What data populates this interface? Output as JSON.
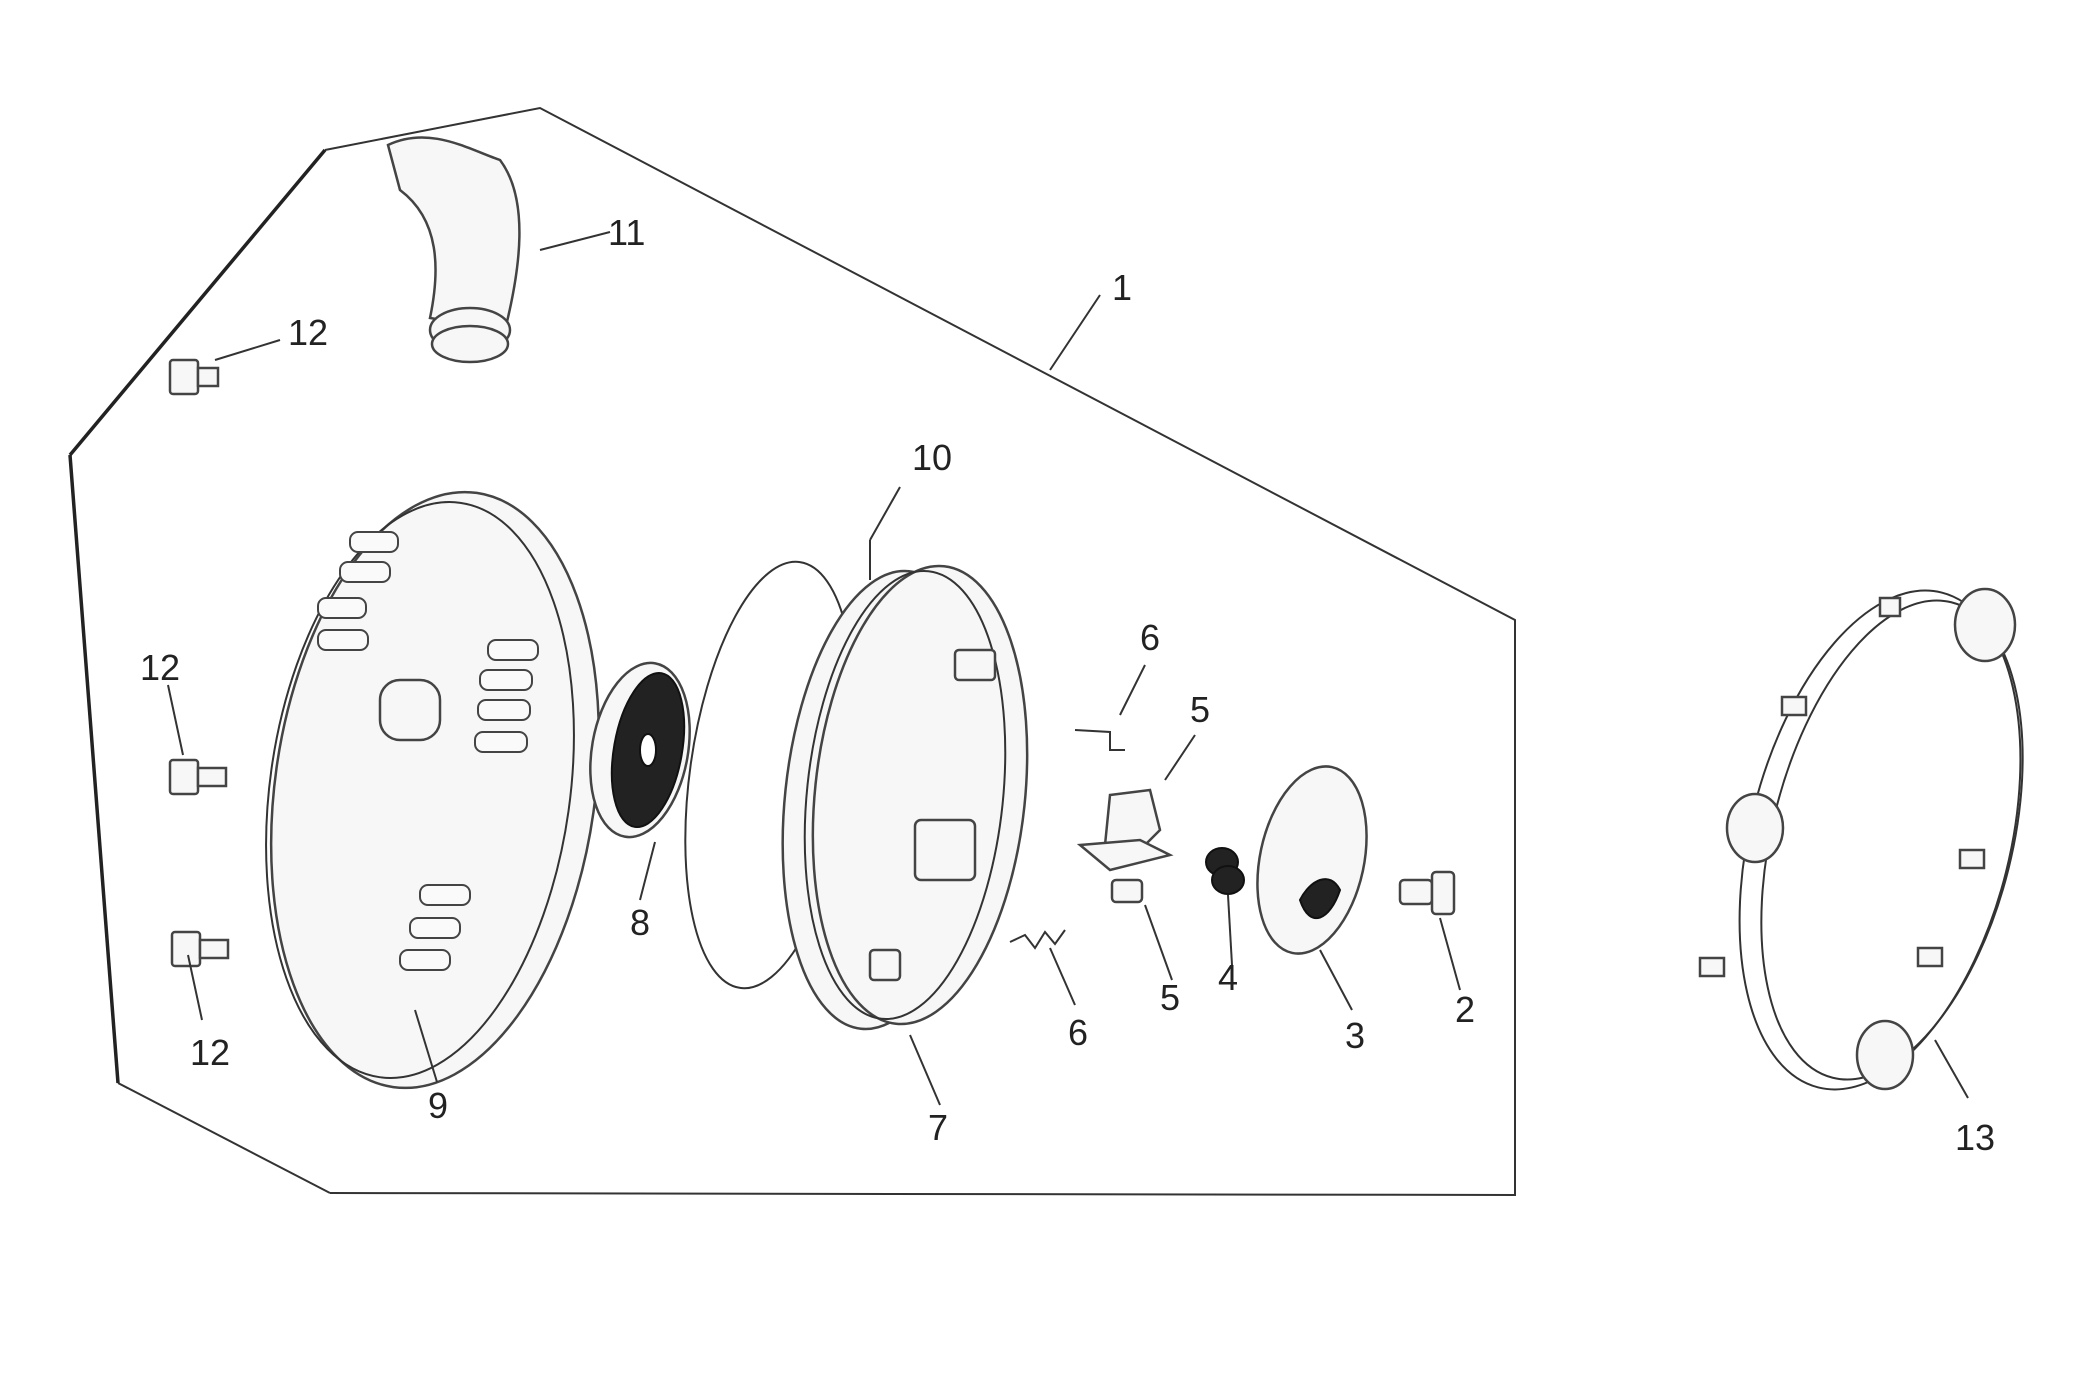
{
  "callouts": {
    "c1": "1",
    "c2": "2",
    "c3": "3",
    "c4": "4",
    "c5a": "5",
    "c5b": "5",
    "c6a": "6",
    "c6b": "6",
    "c7": "7",
    "c8": "8",
    "c9": "9",
    "c10": "10",
    "c11": "11",
    "c12a": "12",
    "c12b": "12",
    "c12c": "12",
    "c13": "13"
  }
}
